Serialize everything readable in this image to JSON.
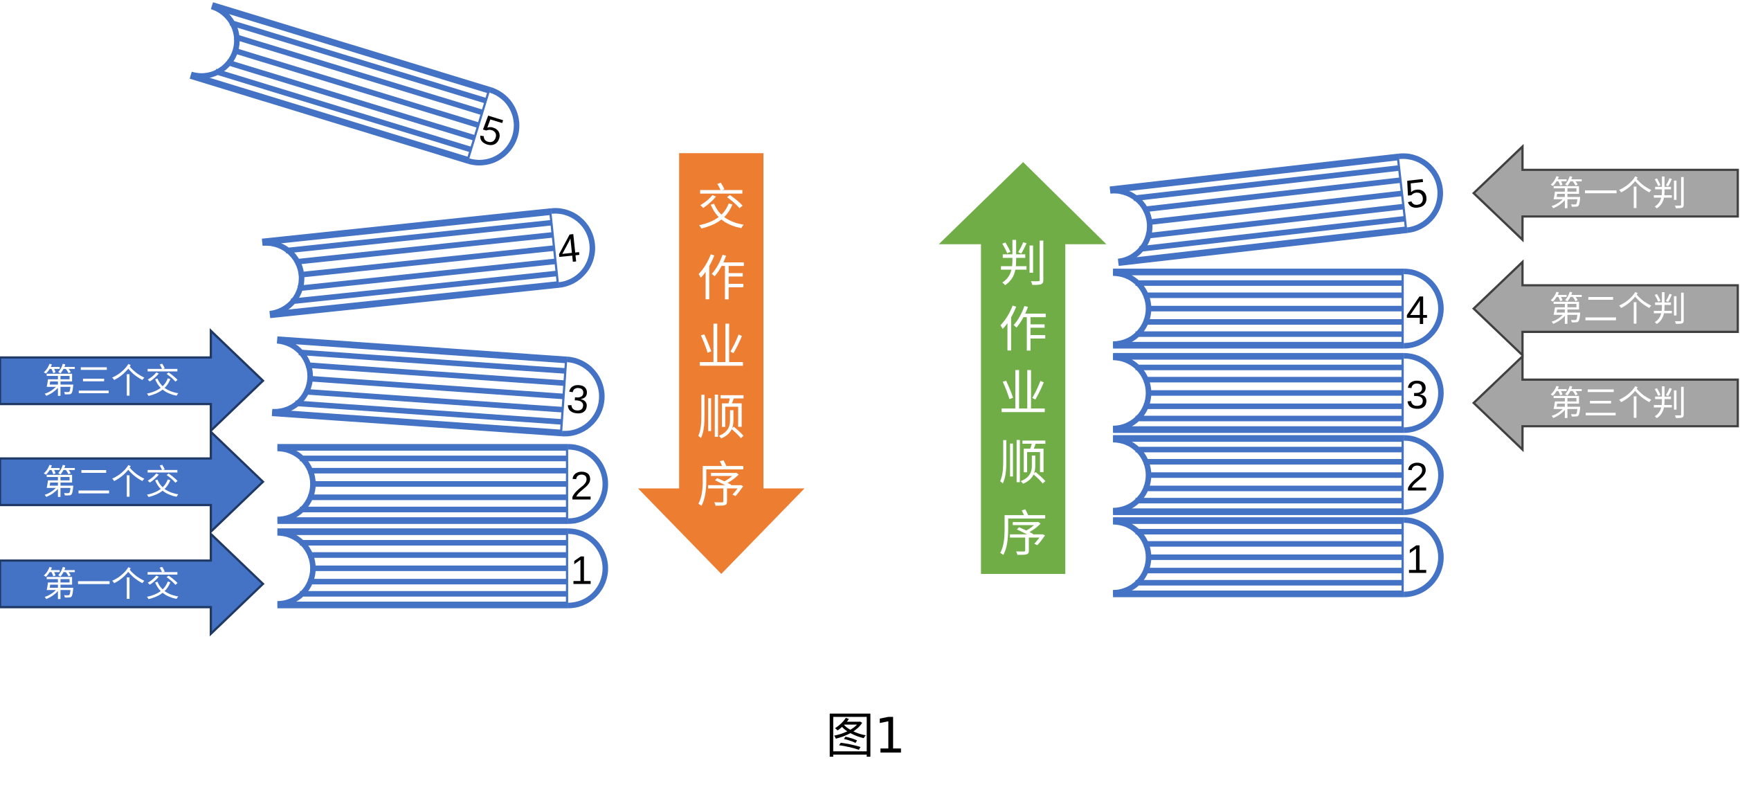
{
  "colors": {
    "book": "#4472C4",
    "submit_arrow": "#4472C4",
    "submit_arrow_border": "#1F3864",
    "grade_arrow": "#A5A5A5",
    "grade_arrow_border": "#404040",
    "submit_order_arrow": "#ED7D31",
    "grade_order_arrow": "#70AD47"
  },
  "left_stack": {
    "books": [
      "1",
      "2",
      "3",
      "4",
      "5"
    ],
    "arrows": [
      "第一个交",
      "第二个交",
      "第三个交"
    ]
  },
  "submit_order": {
    "chars": [
      "交",
      "作",
      "业",
      "顺",
      "序"
    ]
  },
  "grade_order": {
    "chars": [
      "判",
      "作",
      "业",
      "顺",
      "序"
    ]
  },
  "right_stack": {
    "books": [
      "1",
      "2",
      "3",
      "4",
      "5"
    ],
    "arrows": [
      "第一个判",
      "第二个判",
      "第三个判"
    ]
  },
  "caption": "图1"
}
